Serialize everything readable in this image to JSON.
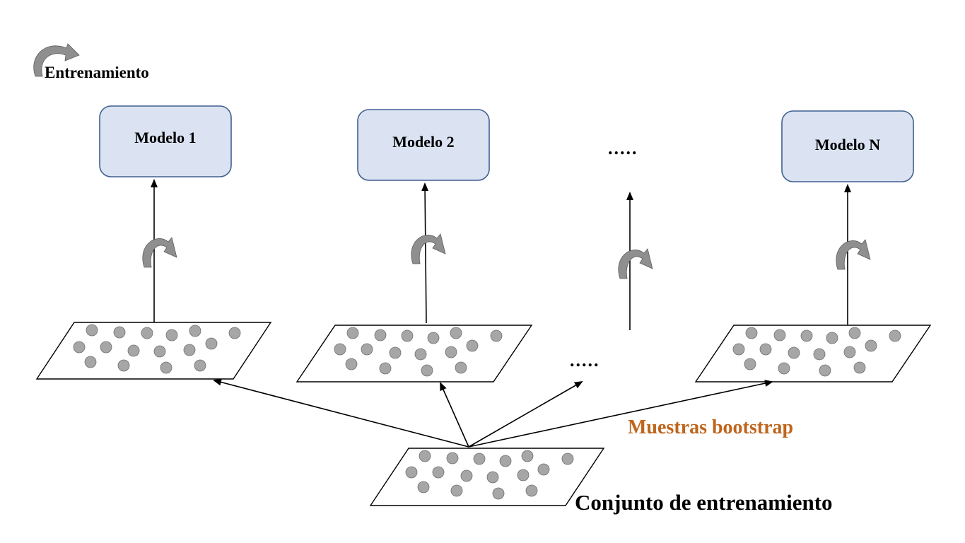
{
  "legend": {
    "label": "Entrenamiento",
    "icon": "training-cycle-icon"
  },
  "models": [
    {
      "label": "Modelo 1"
    },
    {
      "label": "Modelo 2"
    },
    {
      "label": "Modelo N"
    }
  ],
  "ellipsis_text": ".....",
  "bootstrap_label": "Muestras bootstrap",
  "training_set_label": "Conjunto de entrenamiento",
  "colors": {
    "box_fill": "#dbe3f3",
    "box_stroke": "#3f5f8f",
    "bootstrap_text": "#c0651c",
    "dot_fill": "#a6a6a6"
  }
}
